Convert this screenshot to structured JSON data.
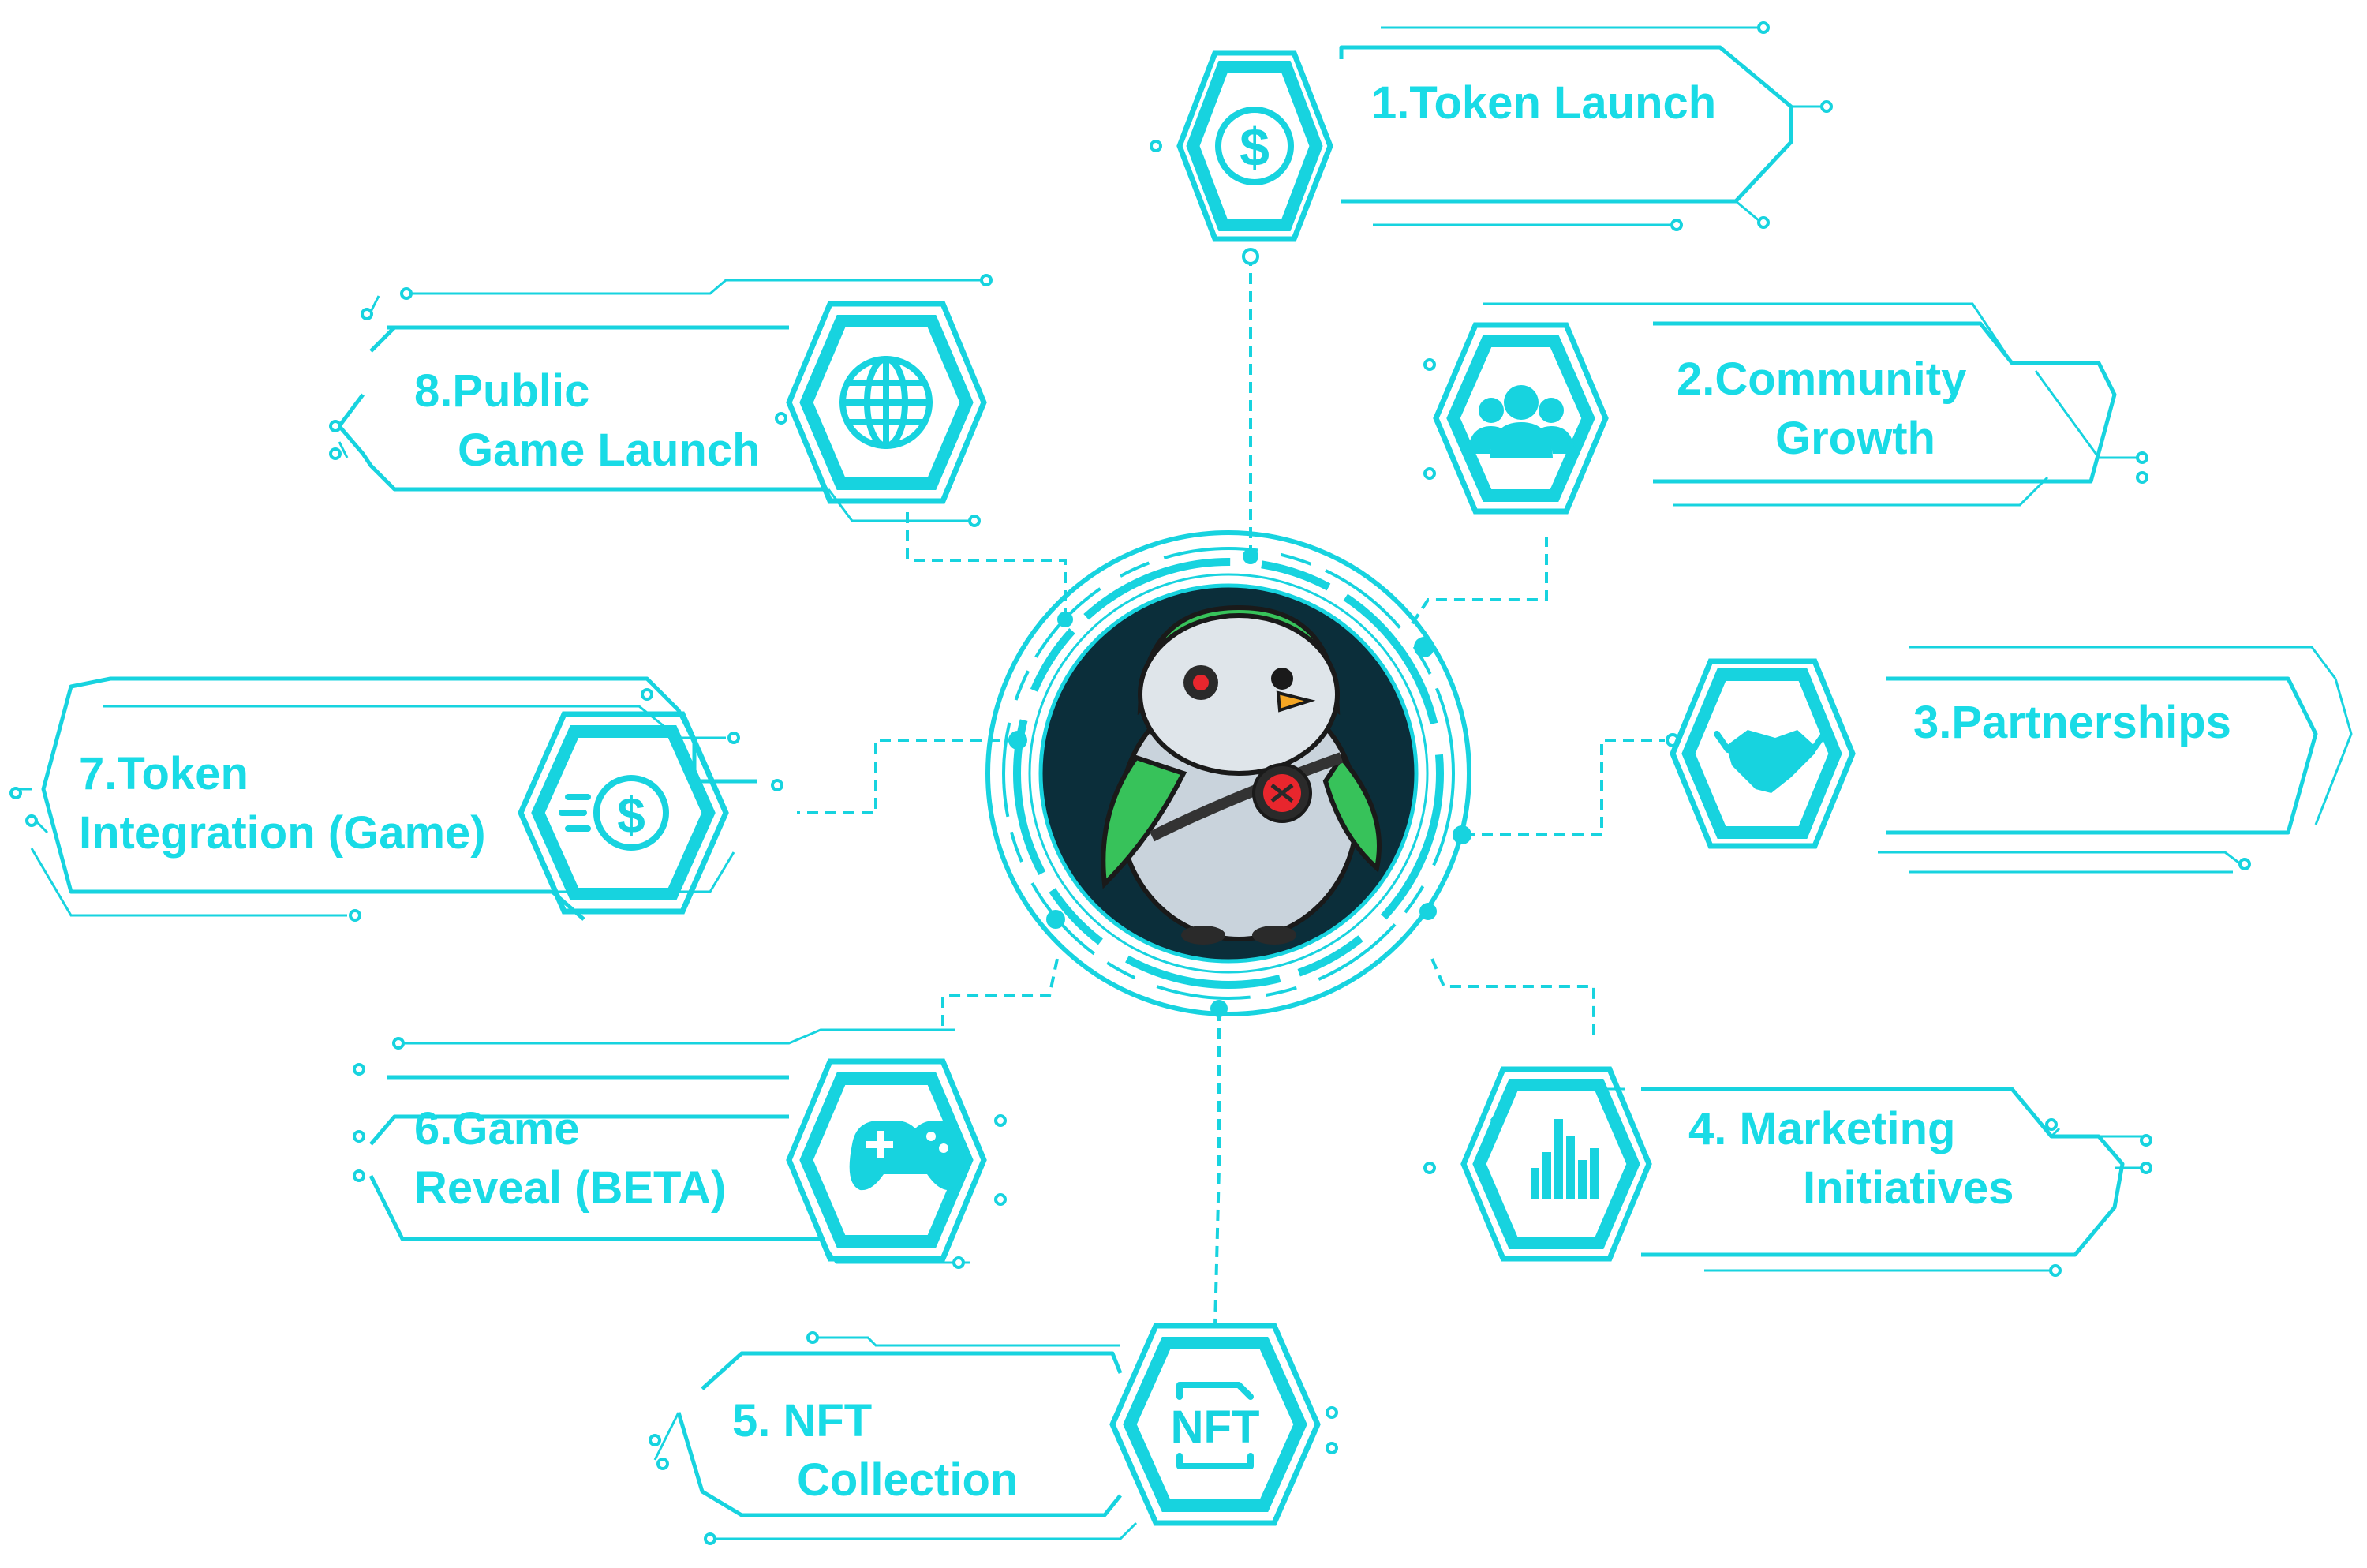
{
  "diagram": {
    "colors": {
      "accent": "#19dbe6",
      "penguin_green": "#37c25a",
      "penguin_body": "#c9d3dc",
      "core_red": "#e8262d"
    },
    "center": {
      "icon": "robot-penguin-mascot"
    },
    "nodes": [
      {
        "label_lines": [
          "1.Token Launch"
        ],
        "icon": "dollar-coin-icon"
      },
      {
        "label_lines": [
          "2.Community",
          "Growth"
        ],
        "icon": "users-group-icon"
      },
      {
        "label_lines": [
          "3.Partnerships"
        ],
        "icon": "handshake-icon"
      },
      {
        "label_lines": [
          "4. Marketing",
          "Initiatives"
        ],
        "icon": "bar-chart-icon"
      },
      {
        "label_lines": [
          "5. NFT",
          "Collection"
        ],
        "icon": "nft-badge-icon",
        "icon_text": "NFT"
      },
      {
        "label_lines": [
          "6.Game",
          "Reveal (BETA)"
        ],
        "icon": "gamepad-icon"
      },
      {
        "label_lines": [
          "7.Token",
          "Integration (Game)"
        ],
        "icon": "fast-coin-icon"
      },
      {
        "label_lines": [
          "8.Public",
          "Game Launch"
        ],
        "icon": "globe-icon"
      }
    ]
  }
}
